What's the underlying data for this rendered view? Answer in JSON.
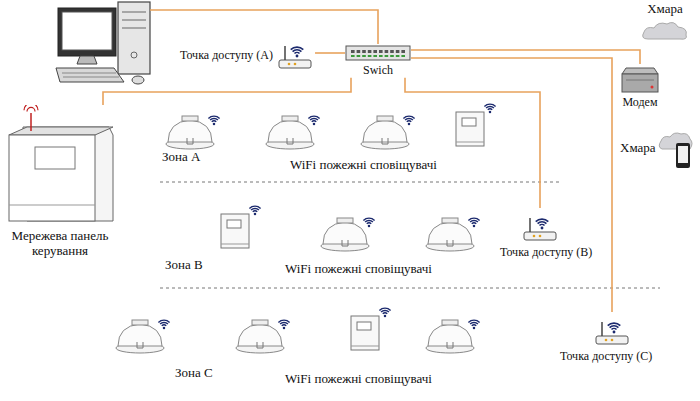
{
  "diagram": {
    "nodes": [
      {
        "text": [
          "Точка доступу (А)"
        ]
      },
      {
        "text": [
          "Swich"
        ]
      },
      {
        "text": [
          "Модем"
        ]
      },
      {
        "text": [
          "Хмара"
        ]
      },
      {
        "text": [
          "Хмара"
        ]
      },
      {
        "text": [
          "Мережева панель керування"
        ]
      },
      {
        "text": [
          "Точка доступу (В)"
        ]
      },
      {
        "text": [
          "Точка доступу (С)"
        ]
      }
    ],
    "edges": [
      {
        "from": 0,
        "to": 1,
        "arrow": "none"
      },
      {
        "from": 1,
        "to": 2,
        "arrow": "none"
      },
      {
        "from": 1,
        "to": 5,
        "arrow": "none"
      },
      {
        "from": 1,
        "to": 6,
        "arrow": "none"
      },
      {
        "from": 1,
        "to": 7,
        "arrow": "none"
      }
    ],
    "labels": [
      "Зона А",
      "WiFi пожежні сповіщувачі",
      "Зона В",
      "WiFi пожежні сповіщувачі",
      "Зона С",
      "WiFi пожежні сповіщувачі"
    ]
  }
}
